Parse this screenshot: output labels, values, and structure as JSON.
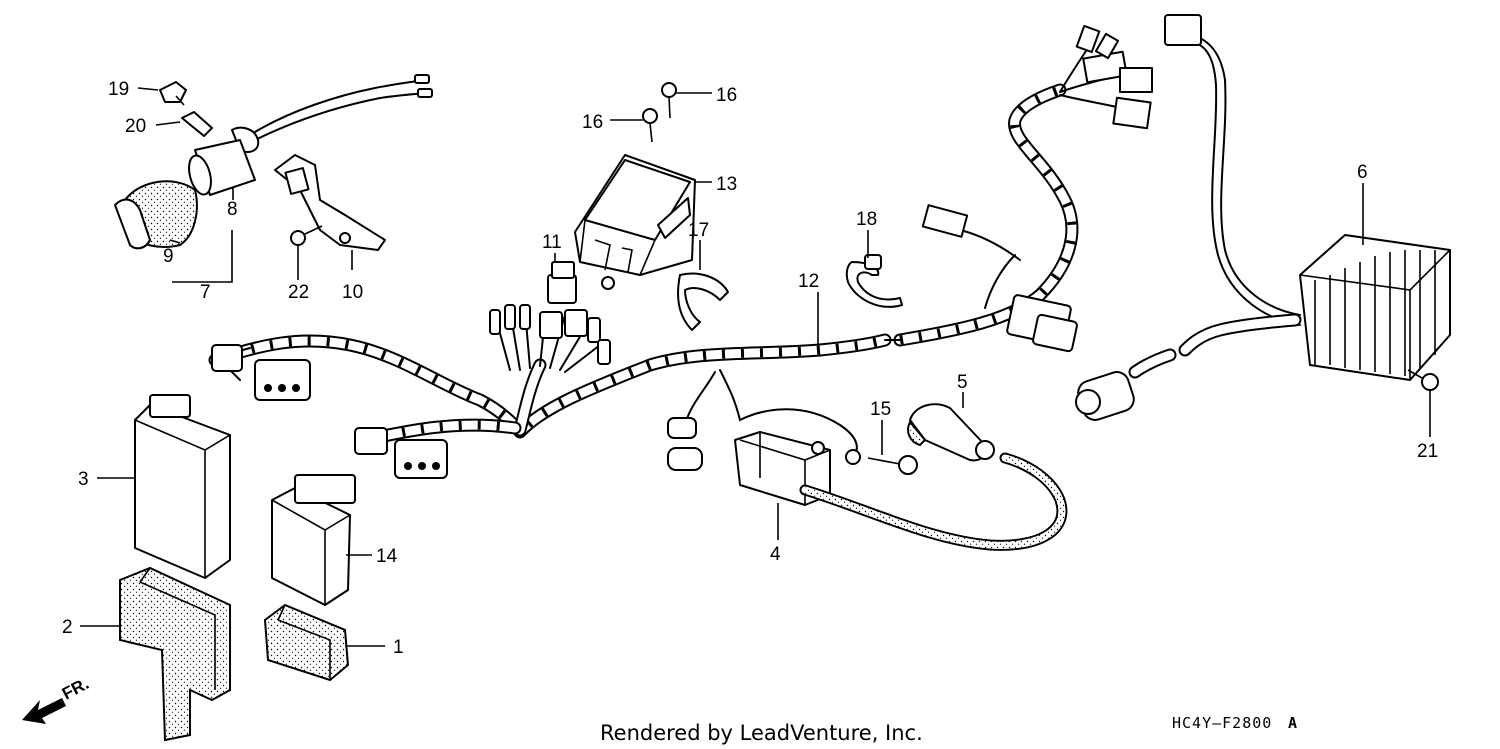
{
  "callouts": [
    {
      "id": "1",
      "label": "1"
    },
    {
      "id": "2",
      "label": "2"
    },
    {
      "id": "3",
      "label": "3"
    },
    {
      "id": "4",
      "label": "4"
    },
    {
      "id": "5",
      "label": "5"
    },
    {
      "id": "6",
      "label": "6"
    },
    {
      "id": "7",
      "label": "7"
    },
    {
      "id": "8",
      "label": "8"
    },
    {
      "id": "9",
      "label": "9"
    },
    {
      "id": "10",
      "label": "10"
    },
    {
      "id": "11",
      "label": "11"
    },
    {
      "id": "12",
      "label": "12"
    },
    {
      "id": "13",
      "label": "13"
    },
    {
      "id": "14",
      "label": "14"
    },
    {
      "id": "15",
      "label": "15"
    },
    {
      "id": "16a",
      "label": "16"
    },
    {
      "id": "16b",
      "label": "16"
    },
    {
      "id": "17",
      "label": "17"
    },
    {
      "id": "18",
      "label": "18"
    },
    {
      "id": "19",
      "label": "19"
    },
    {
      "id": "20",
      "label": "20"
    },
    {
      "id": "21",
      "label": "21"
    },
    {
      "id": "22",
      "label": "22"
    }
  ],
  "direction_label": "FR.",
  "footer": {
    "rendered_by": "Rendered by LeadVenture, Inc.",
    "diagram_code": "HC4Y–F2800",
    "revision": "A"
  }
}
